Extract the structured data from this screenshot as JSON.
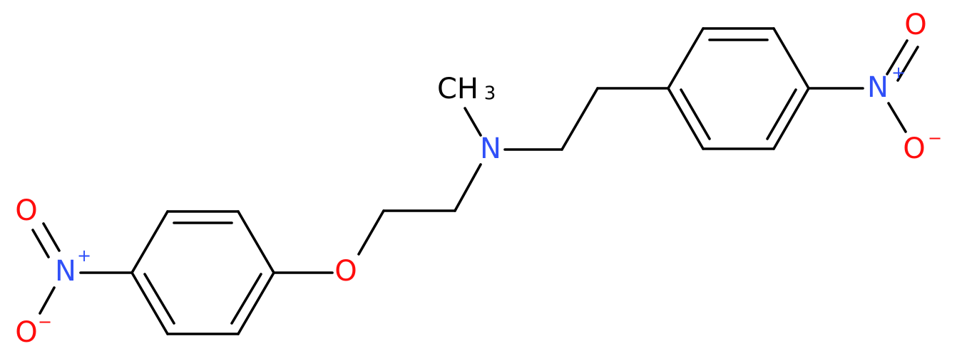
{
  "molecule": {
    "atoms": {
      "methyl": {
        "label": "CH",
        "subscript": "3",
        "color": "#000000"
      },
      "amine_n": {
        "label": "N",
        "color": "#3050F8"
      },
      "ether_o": {
        "label": "O",
        "color": "#FF0D0D"
      },
      "nitro_right_n": {
        "label": "N",
        "charge": "+",
        "color": "#3050F8"
      },
      "nitro_right_o_top": {
        "label": "O",
        "color": "#FF0D0D"
      },
      "nitro_right_o_bottom": {
        "label": "O",
        "charge": "−",
        "color": "#FF0D0D"
      },
      "nitro_left_n": {
        "label": "N",
        "charge": "+",
        "color": "#3050F8"
      },
      "nitro_left_o_top": {
        "label": "O",
        "color": "#FF0D0D"
      },
      "nitro_left_o_bottom": {
        "label": "O",
        "charge": "−",
        "color": "#FF0D0D"
      }
    }
  }
}
